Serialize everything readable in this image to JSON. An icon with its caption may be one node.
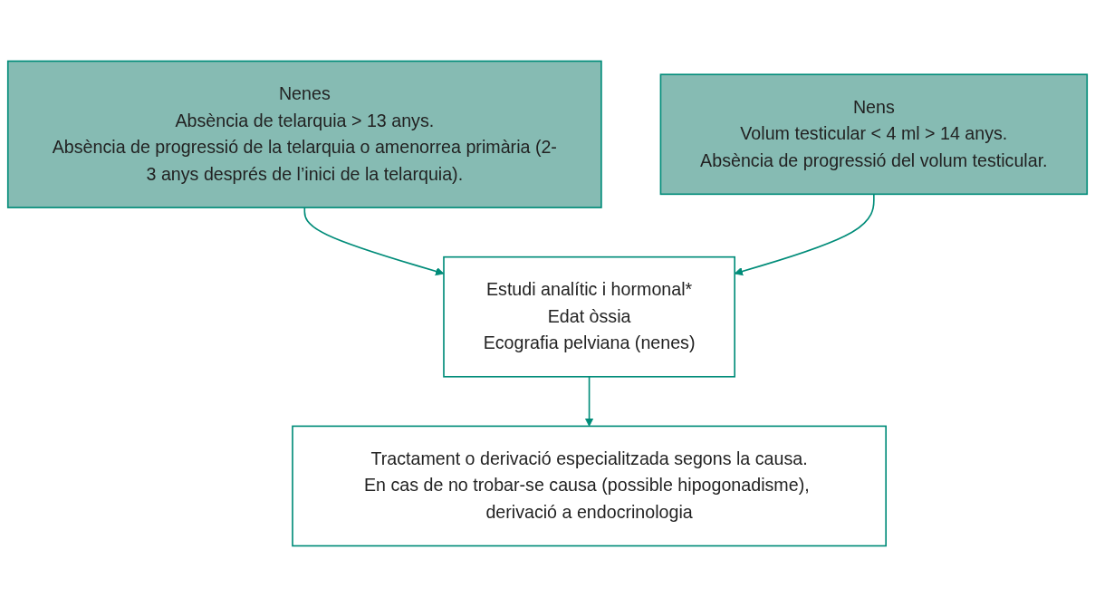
{
  "diagram": {
    "nodes": [
      {
        "text": [
          "Nenes",
          "Absència de telarquia > 13 anys.",
          "Absència de progressió de la telarquia o amenorrea primària (2-3 anys després de l’inici de la telarquia)."
        ]
      },
      {
        "text": [
          "Nens",
          "Volum testicular < 4 ml  > 14 anys.",
          "Absència de progressió del volum testicular."
        ]
      },
      {
        "text": [
          "Estudi analític i hormonal*",
          "Edat òssia",
          "Ecografia pelviana (nenes)"
        ]
      },
      {
        "text": [
          "Tractament o derivació especialitzada segons la causa.",
          "En cas de no trobar-se causa (possible hipogonadisme), derivació a endocrinologia"
        ]
      }
    ],
    "edges": [
      {
        "from": 0,
        "to": 2,
        "arrow": "to"
      },
      {
        "from": 1,
        "to": 2,
        "arrow": "to"
      },
      {
        "from": 2,
        "to": 3,
        "arrow": "to"
      }
    ]
  }
}
